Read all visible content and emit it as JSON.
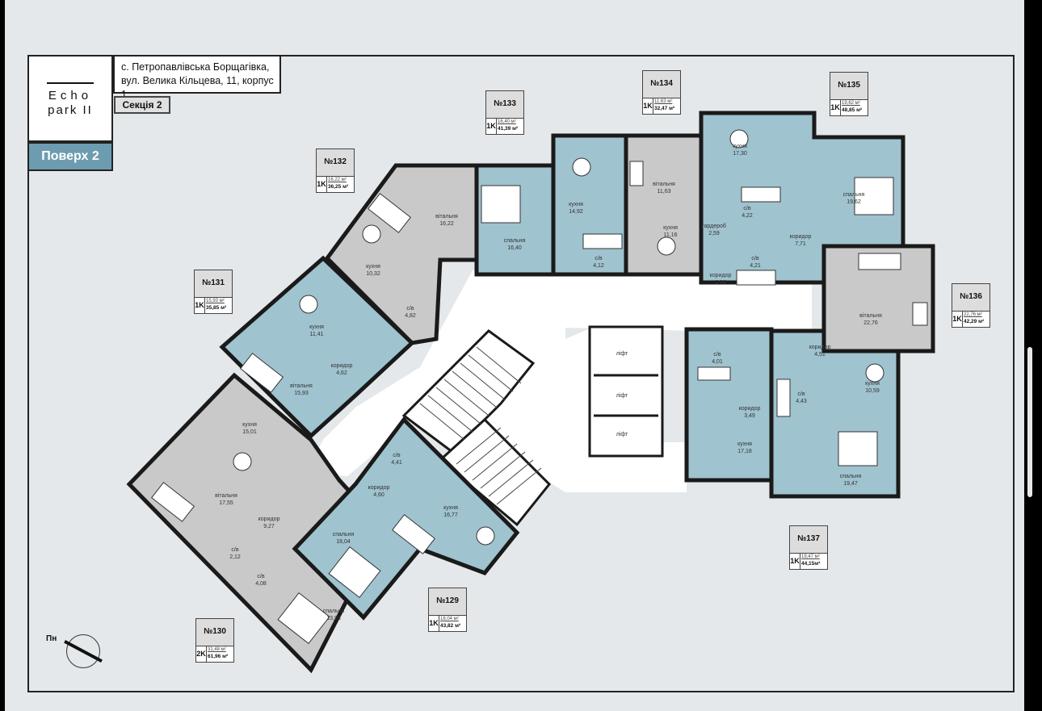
{
  "logo": {
    "line1": "Echo",
    "line2": "park II"
  },
  "address": {
    "line1": "с. Петропавлівська Борщагівка,",
    "line2": "вул. Велика Кільцева, 11, корпус 1"
  },
  "section_label": "Секція 2",
  "floor_label": "Поверх 2",
  "apartments": [
    {
      "id": "№129",
      "rooms": "1K",
      "living": "18,04 м²",
      "total": "43,82 м²"
    },
    {
      "id": "№130",
      "rooms": "2K",
      "living": "31,48 м²",
      "total": "61,96 м²"
    },
    {
      "id": "№131",
      "rooms": "1K",
      "living": "15,93 м²",
      "total": "35,85 м²"
    },
    {
      "id": "№132",
      "rooms": "1K",
      "living": "16,22 м²",
      "total": "36,25 м²"
    },
    {
      "id": "№133",
      "rooms": "1K",
      "living": "16,40 м²",
      "total": "41,39 м²"
    },
    {
      "id": "№134",
      "rooms": "1K",
      "living": "11,63 м²",
      "total": "32,47 м²"
    },
    {
      "id": "№135",
      "rooms": "1K",
      "living": "19,62 м²",
      "total": "48,85 м²"
    },
    {
      "id": "№136",
      "rooms": "1K",
      "living": "22,76 м²",
      "total": "42,29 м²"
    },
    {
      "id": "№137",
      "rooms": "1K",
      "living": "19,47 м²",
      "total": "44,15м²"
    }
  ],
  "rooms": [
    {
      "name": "вітальня",
      "area": "16,22"
    },
    {
      "name": "спальня",
      "area": "16,40"
    },
    {
      "name": "кухня",
      "area": "14,92"
    },
    {
      "name": "вітальня",
      "area": "11,63"
    },
    {
      "name": "кухня",
      "area": "11,16"
    },
    {
      "name": "кухня",
      "area": "17,30"
    },
    {
      "name": "спальня",
      "area": "19,62"
    },
    {
      "name": "с/в",
      "area": "4,12"
    },
    {
      "name": "гардероб",
      "area": "2,59"
    },
    {
      "name": "с/в",
      "area": "4,22"
    },
    {
      "name": "с/в",
      "area": "4,21"
    },
    {
      "name": "коридор",
      "area": "2,88"
    },
    {
      "name": "коридор",
      "area": "7,71"
    },
    {
      "name": "кухня",
      "area": "10,32"
    },
    {
      "name": "с/в",
      "area": "4,82"
    },
    {
      "name": "кухня",
      "area": "11,41"
    },
    {
      "name": "коридор",
      "area": "4,62"
    },
    {
      "name": "вітальня",
      "area": "15,93"
    },
    {
      "name": "вітальня",
      "area": "22,76"
    },
    {
      "name": "коридор",
      "area": "4,51"
    },
    {
      "name": "кухня",
      "area": "10,59"
    },
    {
      "name": "с/в",
      "area": "4,43"
    },
    {
      "name": "с/в",
      "area": "4,01"
    },
    {
      "name": "коридор",
      "area": "3,49"
    },
    {
      "name": "кухня",
      "area": "17,18"
    },
    {
      "name": "спальня",
      "area": "19,47"
    },
    {
      "name": "кухня",
      "area": "15,01"
    },
    {
      "name": "вітальня",
      "area": "17,55"
    },
    {
      "name": "коридор",
      "area": "9,27"
    },
    {
      "name": "с/в",
      "area": "2,12"
    },
    {
      "name": "с/в",
      "area": "4,08"
    },
    {
      "name": "спальня",
      "area": "13,93"
    },
    {
      "name": "с/в",
      "area": "4,41"
    },
    {
      "name": "коридор",
      "area": "4,60"
    },
    {
      "name": "кухня",
      "area": "16,77"
    },
    {
      "name": "спальня",
      "area": "18,04"
    }
  ],
  "lifts": [
    "ліфт",
    "ліфт",
    "ліфт"
  ],
  "north_label": "Пн",
  "colors": {
    "apartment_fill": "#9fc3cf",
    "common_fill": "#c9c9c9",
    "corridor_fill": "#ffffff",
    "wall": "#1a1a1a",
    "floor_badge": "#6d9cb0"
  }
}
